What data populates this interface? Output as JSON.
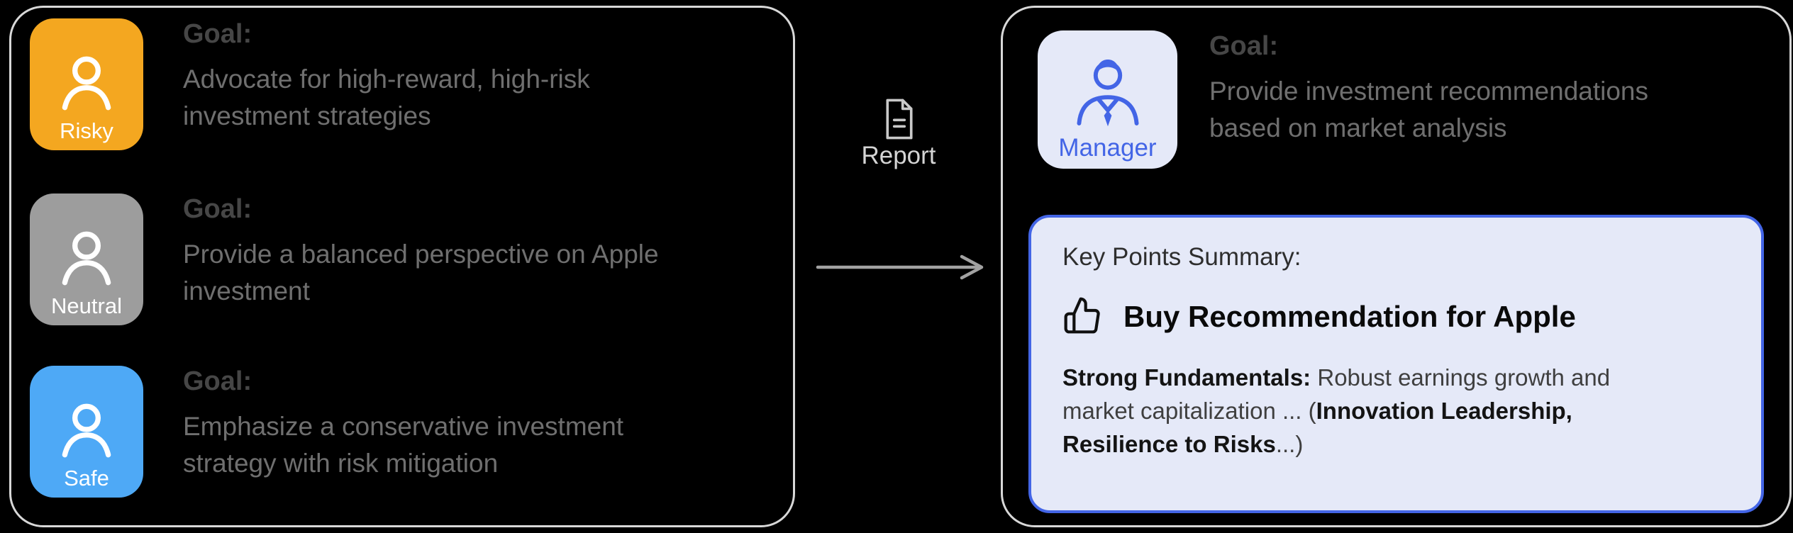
{
  "colors": {
    "risky": "#F4A720",
    "neutral": "#9D9D9D",
    "safe": "#4EA9F6",
    "accent_blue": "#4365E6",
    "lavender_bg": "#E5E9F8",
    "panel_border": "#D8D8D8",
    "canvas_bg": "#000000"
  },
  "agents_panel": {
    "agents": [
      {
        "label": "Risky",
        "icon": "person-icon",
        "color": "#F4A720",
        "goal_label": "Goal:",
        "goal_text": "Advocate for high-reward, high-risk investment strategies"
      },
      {
        "label": "Neutral",
        "icon": "person-icon",
        "color": "#9D9D9D",
        "goal_label": "Goal:",
        "goal_text": "Provide a balanced perspective on Apple investment"
      },
      {
        "label": "Safe",
        "icon": "person-icon",
        "color": "#4EA9F6",
        "goal_label": "Goal:",
        "goal_text": "Emphasize a conservative investment strategy with risk mitigation"
      }
    ]
  },
  "connector": {
    "icon": "report-document-icon",
    "label": "Report"
  },
  "manager_panel": {
    "manager": {
      "label": "Manager",
      "icon": "manager-person-icon",
      "goal_label": "Goal:",
      "goal_text": "Provide investment recommendations based on market analysis"
    },
    "summary": {
      "title": "Key Points Summary:",
      "icon": "thumbs-up-icon",
      "headline": "Buy Recommendation for Apple",
      "body": [
        {
          "bold": true,
          "text": "Strong Fundamentals:"
        },
        {
          "bold": false,
          "text": " Robust earnings growth and market capitalization ... ("
        },
        {
          "bold": true,
          "text": "Innovation Leadership, Resilience to Risks"
        },
        {
          "bold": false,
          "text": "...)"
        }
      ]
    }
  }
}
